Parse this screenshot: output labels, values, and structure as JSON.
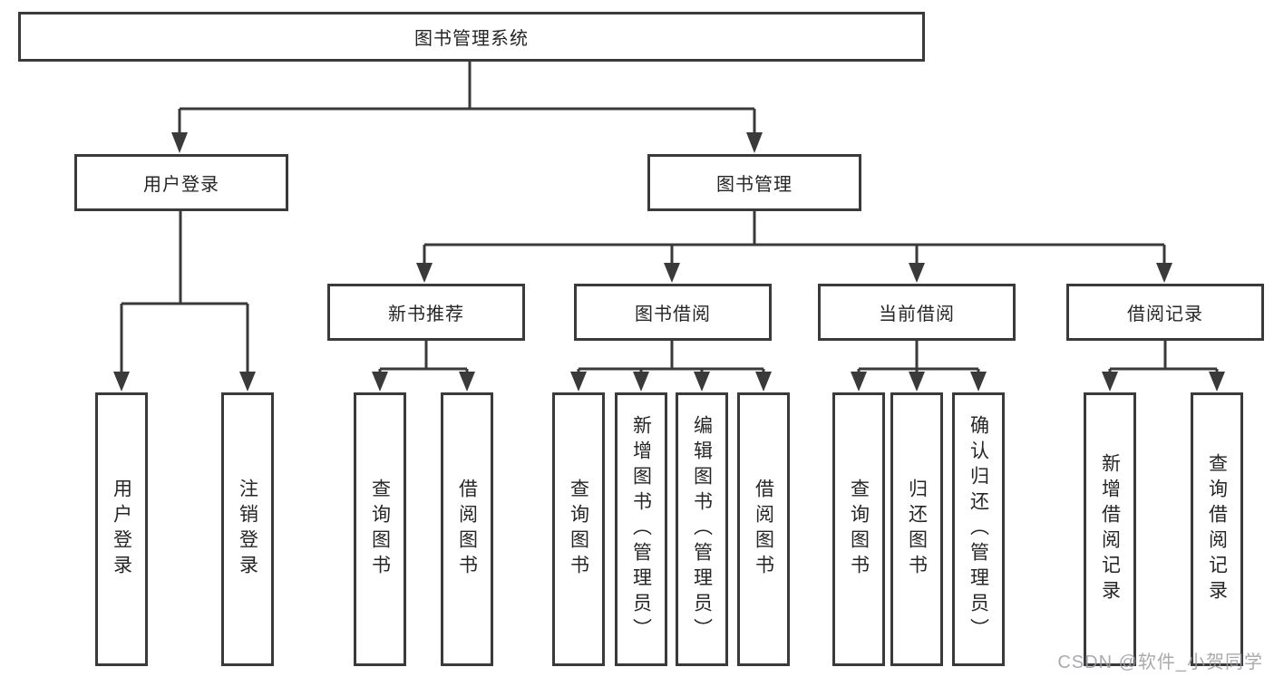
{
  "nodes": {
    "root": "图书管理系统",
    "level2": [
      "用户登录",
      "图书管理"
    ],
    "level3": [
      "新书推荐",
      "图书借阅",
      "当前借阅",
      "借阅记录"
    ],
    "groups": [
      {
        "parent": "用户登录",
        "leaves": [
          "用户登录",
          "注销登录"
        ]
      },
      {
        "parent": "新书推荐",
        "leaves": [
          "查询图书",
          "借阅图书"
        ]
      },
      {
        "parent": "图书借阅",
        "leaves": [
          "查询图书",
          "新增图书（管理员）",
          "编辑图书（管理员）",
          "借阅图书"
        ]
      },
      {
        "parent": "当前借阅",
        "leaves": [
          "查询图书",
          "归还图书",
          "确认归还（管理员）"
        ]
      },
      {
        "parent": "借阅记录",
        "leaves": [
          "新增借阅记录",
          "查询借阅记录"
        ]
      }
    ]
  },
  "watermark": "CSDN @软件_小贺同学",
  "colors": {
    "line": "#3a3a3a",
    "text": "#262626",
    "box_background": "#ffffff",
    "watermark": "#9c9ca1"
  }
}
